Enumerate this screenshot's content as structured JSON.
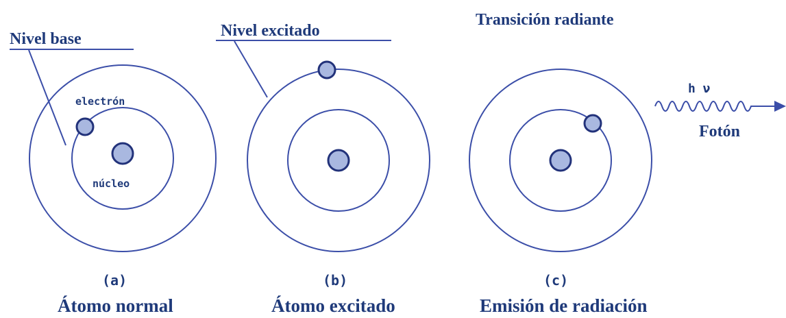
{
  "labels": {
    "nivel_base": "Nivel base",
    "nivel_excitado": "Nivel excitado",
    "transicion": "Transición radiante",
    "electron": "electrón",
    "nucleo": "núcleo",
    "h_nu": "h ν",
    "foton": "Fotón"
  },
  "panels": [
    {
      "tag": "(a)",
      "caption": "Átomo normal"
    },
    {
      "tag": "(b)",
      "caption": "Átomo excitado"
    },
    {
      "tag": "(c)",
      "caption": "Emisión de radiación"
    }
  ],
  "colors": {
    "text": "#1f3a7a",
    "orbit": "#3b4ea8",
    "fill": "#a9b8e0",
    "stroke": "#22327a"
  }
}
